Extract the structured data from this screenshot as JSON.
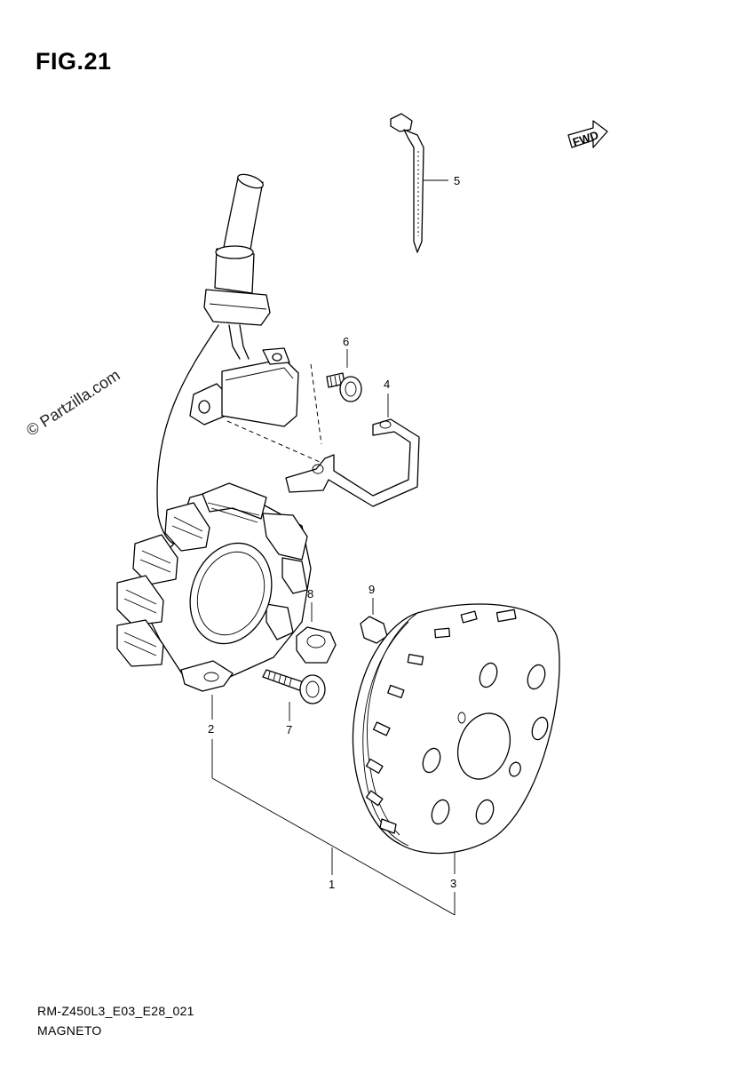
{
  "figure": {
    "title": "FIG.21"
  },
  "watermark": "© Partzilla.com",
  "footer": {
    "model_code": "RM-Z450L3_E03_E28_021",
    "section": "MAGNETO"
  },
  "fwd_label": "FWD",
  "callouts": [
    {
      "id": "1",
      "text": "1"
    },
    {
      "id": "2",
      "text": "2"
    },
    {
      "id": "3",
      "text": "3"
    },
    {
      "id": "4",
      "text": "4"
    },
    {
      "id": "5",
      "text": "5"
    },
    {
      "id": "6",
      "text": "6"
    },
    {
      "id": "7",
      "text": "7"
    },
    {
      "id": "8",
      "text": "8"
    },
    {
      "id": "9",
      "text": "9"
    }
  ]
}
